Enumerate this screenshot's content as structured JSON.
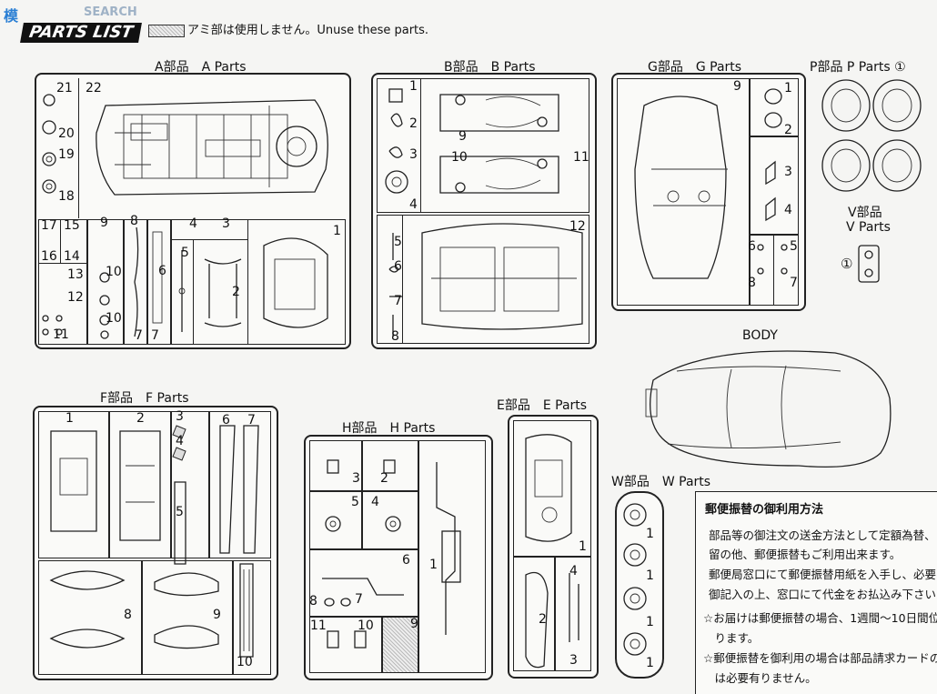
{
  "header": {
    "watermark": "SEARCH",
    "parts_list": "PARTS LIST",
    "legend": "アミ部は使用しません。Unuse these parts."
  },
  "sections": {
    "A": "A部品　A Parts",
    "B": "B部品　B Parts",
    "G": "G部品　G Parts",
    "P": "P部品 P Parts ①",
    "V1": "V部品",
    "V2": "V Parts",
    "body": "BODY",
    "F": "F部品　F Parts",
    "H": "H部品　H Parts",
    "E": "E部品　E Parts",
    "W": "W部品　W Parts"
  },
  "a_nums": [
    "21",
    "22",
    "20",
    "19",
    "18",
    "17",
    "15",
    "16",
    "14",
    "13",
    "12",
    "11",
    "9",
    "10",
    "10",
    "8",
    "7",
    "7",
    "6",
    "4",
    "3",
    "5",
    "2",
    "1"
  ],
  "b_nums": [
    "1",
    "2",
    "3",
    "4",
    "9",
    "10",
    "11",
    "12",
    "5",
    "6",
    "7",
    "8"
  ],
  "g_nums": [
    "9",
    "1",
    "2",
    "3",
    "4",
    "6",
    "5",
    "8",
    "7"
  ],
  "v_num": "①",
  "f_nums": [
    "1",
    "2",
    "3",
    "4",
    "5",
    "6",
    "7",
    "8",
    "9",
    "10"
  ],
  "h_nums": [
    "3",
    "2",
    "5",
    "4",
    "6",
    "1",
    "8",
    "7",
    "11",
    "10",
    "9"
  ],
  "e_nums": [
    "1",
    "2",
    "4",
    "3"
  ],
  "w_nums": [
    "1",
    "1",
    "1",
    "1"
  ],
  "info": {
    "title": "郵便振替の御利用方法",
    "lines": [
      "部品等の御注文の送金方法として定額為替、",
      "留の他、郵便振替もご利用出来ます。",
      "郵便局窓口にて郵便振替用紙を入手し、必要",
      "御記入の上、窓口にて代金をお払込み下さい",
      "☆お届けは郵便振替の場合、1週間〜10日間位",
      "　ります。",
      "☆郵便振替を御利用の場合は部品請求カードの",
      "　は必要有りません。"
    ]
  }
}
